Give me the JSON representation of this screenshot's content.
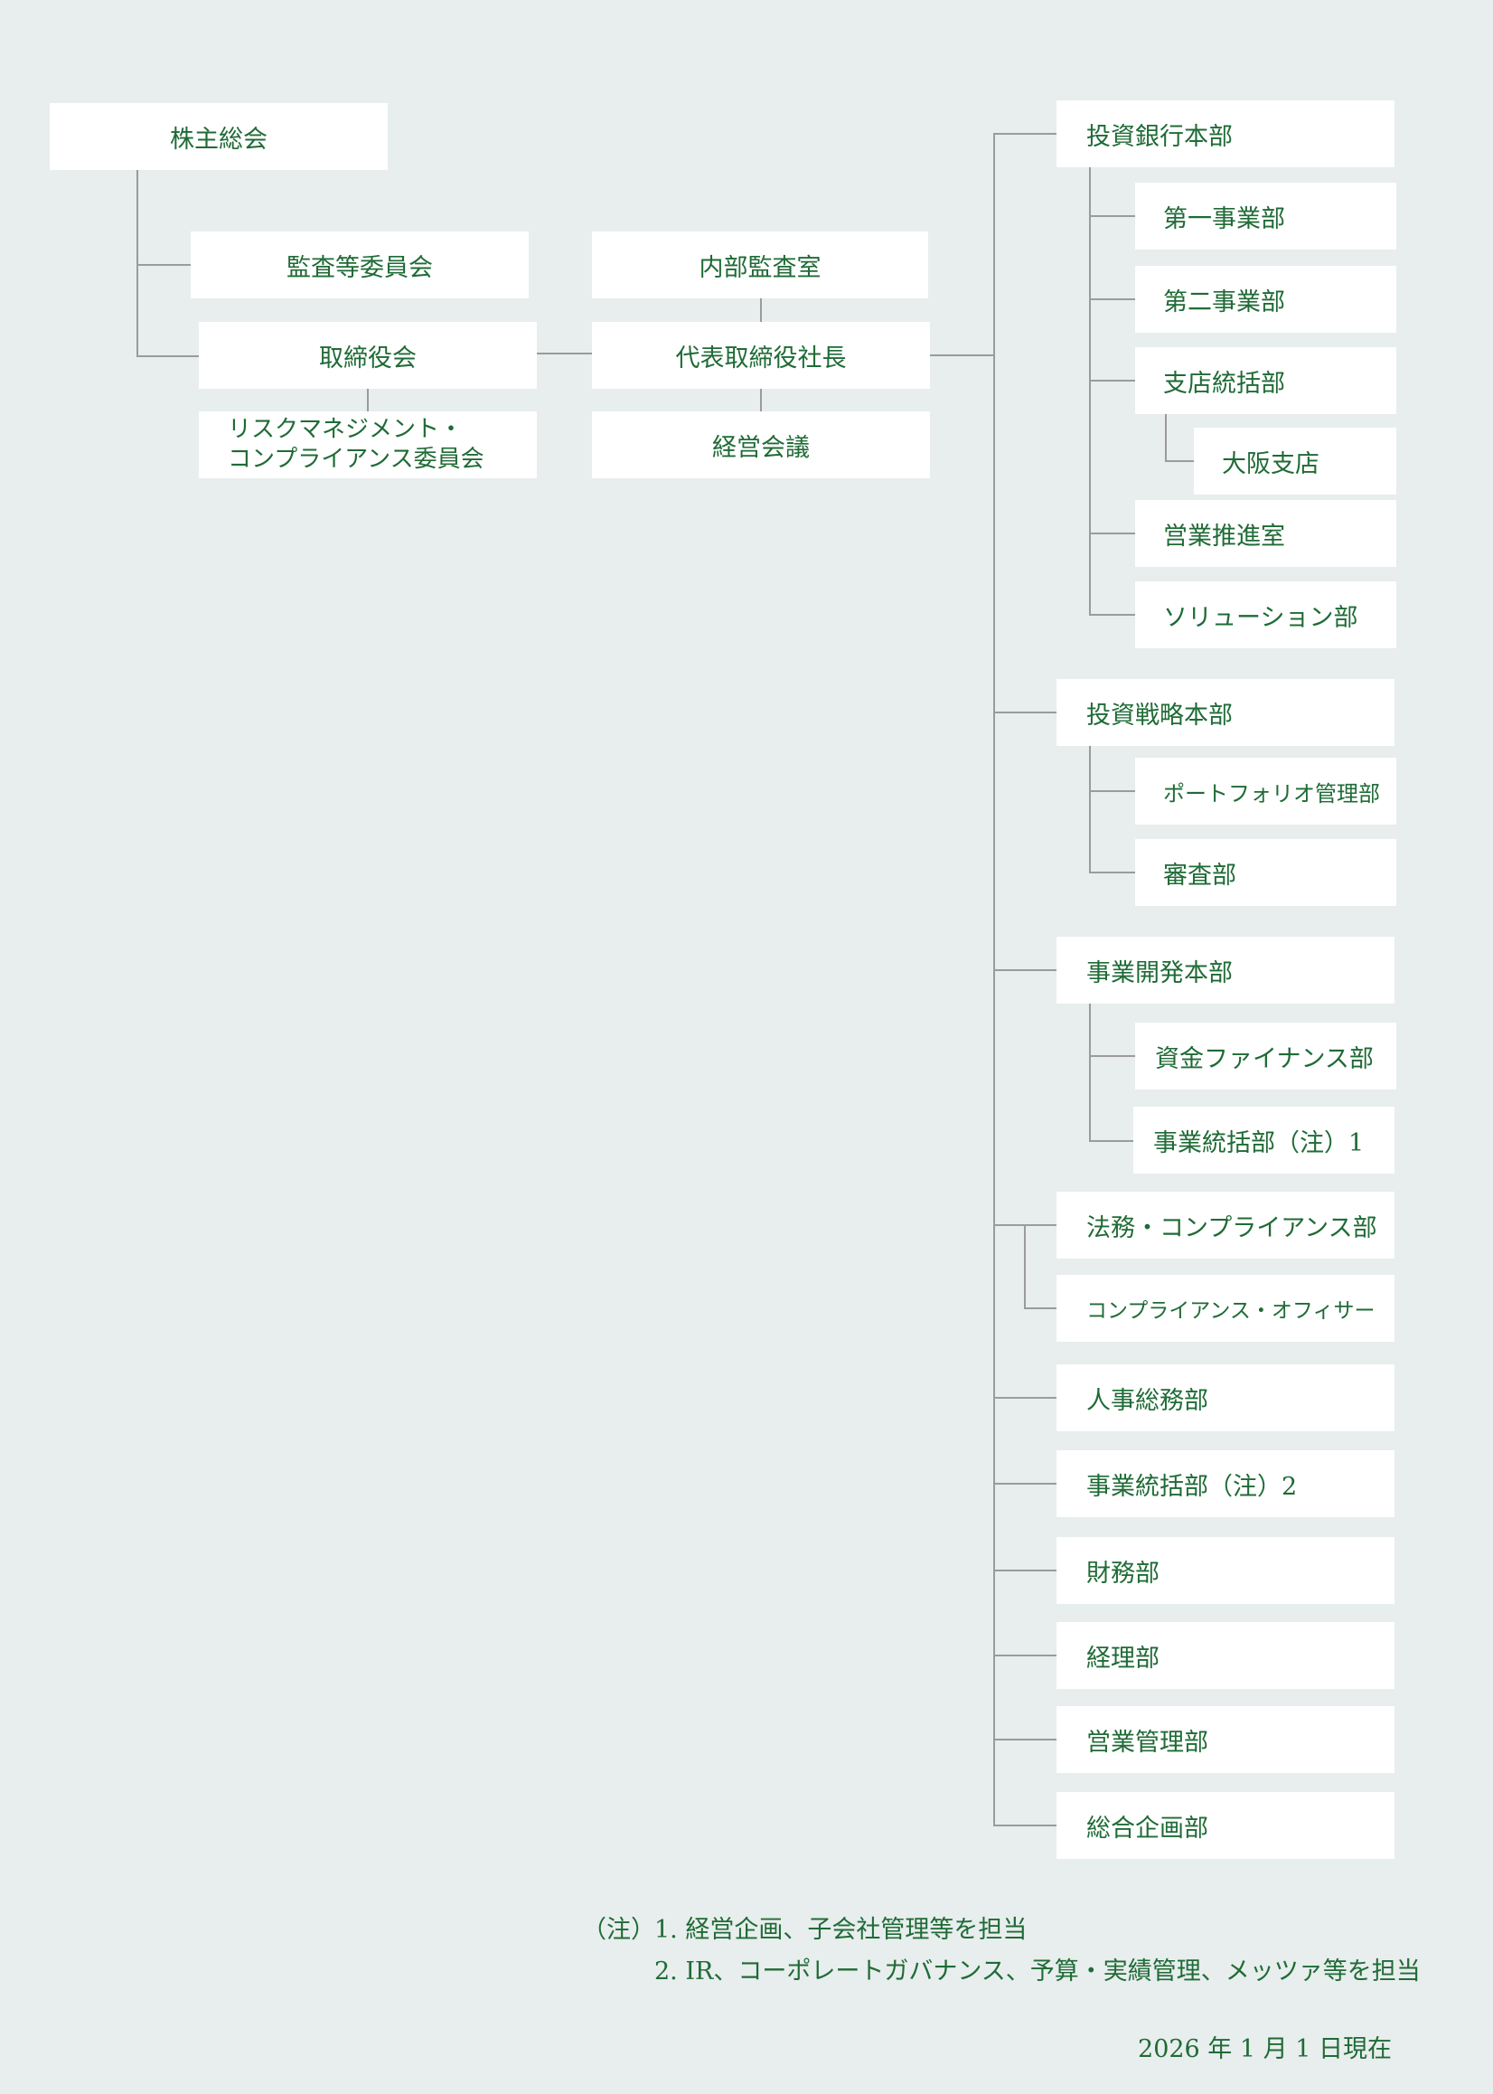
{
  "left": {
    "shareholders": "株主総会",
    "audit_committee": "監査等委員会",
    "board": "取締役会",
    "risk_committee_line1": "リスクマネジメント・",
    "risk_committee_line2": "コンプライアンス委員会",
    "internal_audit": "内部監査室",
    "president": "代表取締役社長",
    "management_meeting": "経営会議"
  },
  "right": {
    "investment_banking": "投資銀行本部",
    "div1": "第一事業部",
    "div2": "第二事業部",
    "branch_mgmt": "支店統括部",
    "osaka": "大阪支店",
    "sales_promo": "営業推進室",
    "solution": "ソリューション部",
    "investment_strategy": "投資戦略本部",
    "portfolio": "ポートフォリオ管理部",
    "review": "審査部",
    "business_dev": "事業開発本部",
    "finance_fin": "資金ファイナンス部",
    "biz_control1": "事業統括部（注）1",
    "legal": "法務・コンプライアンス部",
    "compliance_officer": "コンプライアンス・オフィサー",
    "hr": "人事総務部",
    "biz_control2": "事業統括部（注）2",
    "finance": "財務部",
    "accounting": "経理部",
    "sales_admin": "営業管理部",
    "planning": "総合企画部"
  },
  "notes": {
    "label": "（注）",
    "note1": "1. 経営企画、子会社管理等を担当",
    "note2": "2. IR、コーポレートガバナンス、予算・実績管理、メッツァ等を担当",
    "date": "2026 年 1 月 1 日現在"
  }
}
